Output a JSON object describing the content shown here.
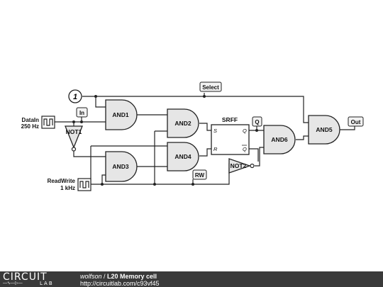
{
  "circuit": {
    "constant": {
      "value": "1"
    },
    "tags": {
      "select": "Select",
      "in": "In",
      "q": "Q",
      "rw": "RW",
      "out": "Out"
    },
    "sources": {
      "datain": {
        "name": "DataIn",
        "freq": "250 Hz"
      },
      "readwrite": {
        "name": "ReadWrite",
        "freq": "1 kHz"
      }
    },
    "gates": {
      "and1": "AND1",
      "and2": "AND2",
      "and3": "AND3",
      "and4": "AND4",
      "and5": "AND5",
      "and6": "AND6",
      "not1": "NOT1",
      "not2": "NOT2"
    },
    "flipflop": {
      "name": "SRFF",
      "pin_s": "S",
      "pin_r": "R",
      "pin_q": "Q",
      "pin_qbar": "Q"
    }
  },
  "footer": {
    "logo_top": "CIRCUIT",
    "logo_bottom": "LAB",
    "author": "wolfson",
    "separator": " / ",
    "title": "L20 Memory cell",
    "url": "http://circuitlab.com/c93vf45"
  },
  "colors": {
    "footer_bg": "#3a3a3a",
    "gate_fill": "#e6e6e6",
    "wire": "#222222"
  }
}
